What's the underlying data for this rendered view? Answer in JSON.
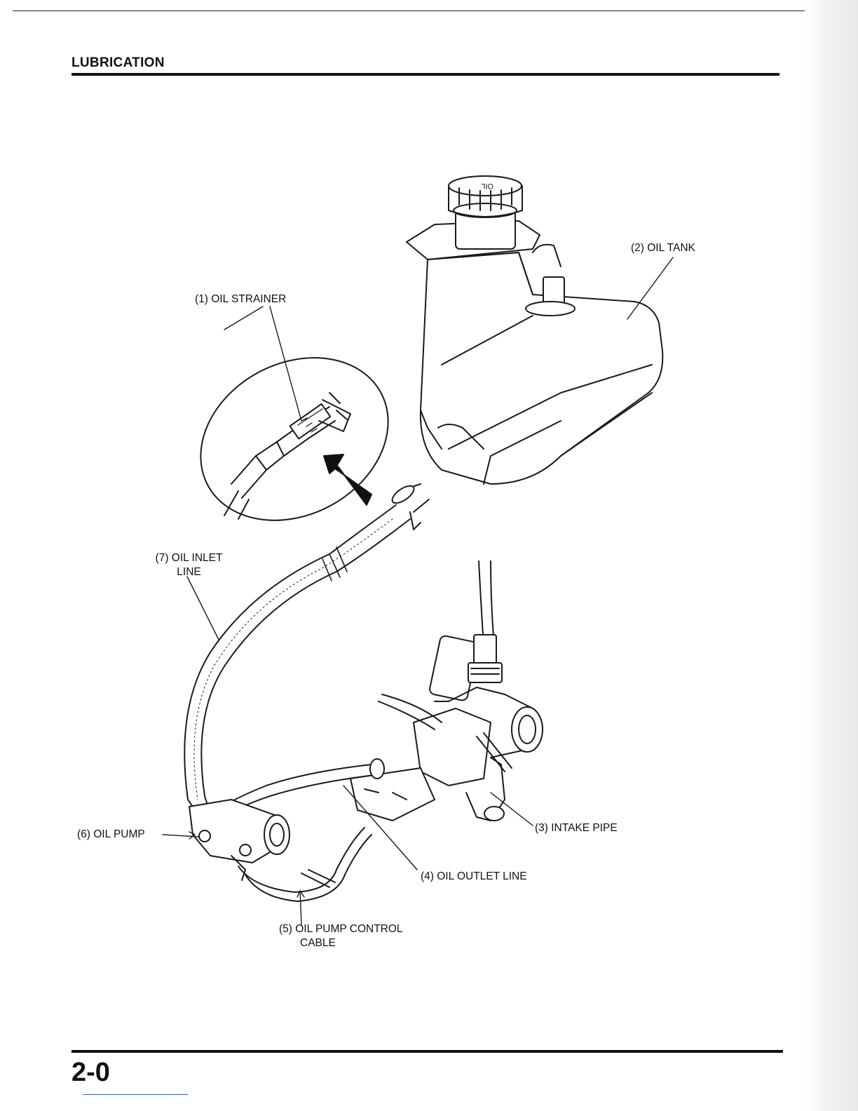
{
  "header": {
    "section_title": "LUBRICATION"
  },
  "figure": {
    "callouts": {
      "oil_strainer": "(1) OIL STRAINER",
      "oil_tank": "(2) OIL TANK",
      "intake_pipe": "(3) INTAKE PIPE",
      "oil_outlet_line": "(4) OIL OUTLET LINE",
      "oil_pump_control_cable_1": "(5) OIL PUMP CONTROL",
      "oil_pump_control_cable_2": "CABLE",
      "oil_pump": "(6) OIL PUMP",
      "oil_inlet_line_1": "(7) OIL INLET",
      "oil_inlet_line_2": "LINE"
    }
  },
  "footer": {
    "page_number": "2-0"
  }
}
